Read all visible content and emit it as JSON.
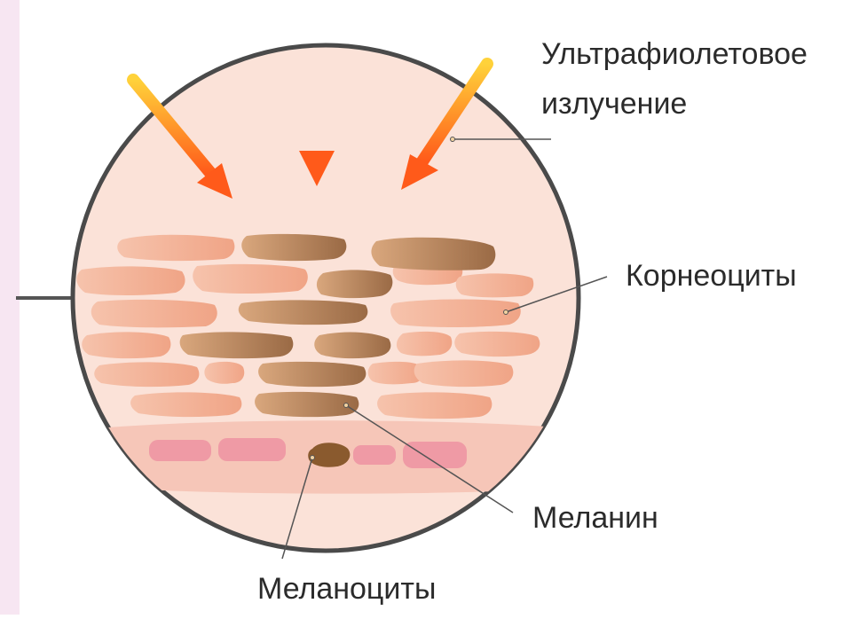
{
  "labels": {
    "uv_line1": "Ультрафиолетовое",
    "uv_line2": "излучение",
    "corneocytes": "Корнеоциты",
    "melanin": "Меланин",
    "melanocytes": "Меланоциты"
  },
  "colors": {
    "background": "#ffffff",
    "left_strip": "#f7e6f2",
    "circle_fill": "#fbe2d8",
    "circle_outline": "#4a4a4a",
    "cell_light": "#f4b49a",
    "cell_brown": "#a9774f",
    "basal_band": "#f6c6b8",
    "pink_cell": "#ef9aa5",
    "melanocyte": "#8a5a2e",
    "arrow_start": "#ffd23a",
    "arrow_end": "#ff5a1a",
    "leader_line": "#555555"
  },
  "icons": {
    "uv_arrows": "arrow-down-icon",
    "leader_dot": "dot-marker-icon"
  }
}
